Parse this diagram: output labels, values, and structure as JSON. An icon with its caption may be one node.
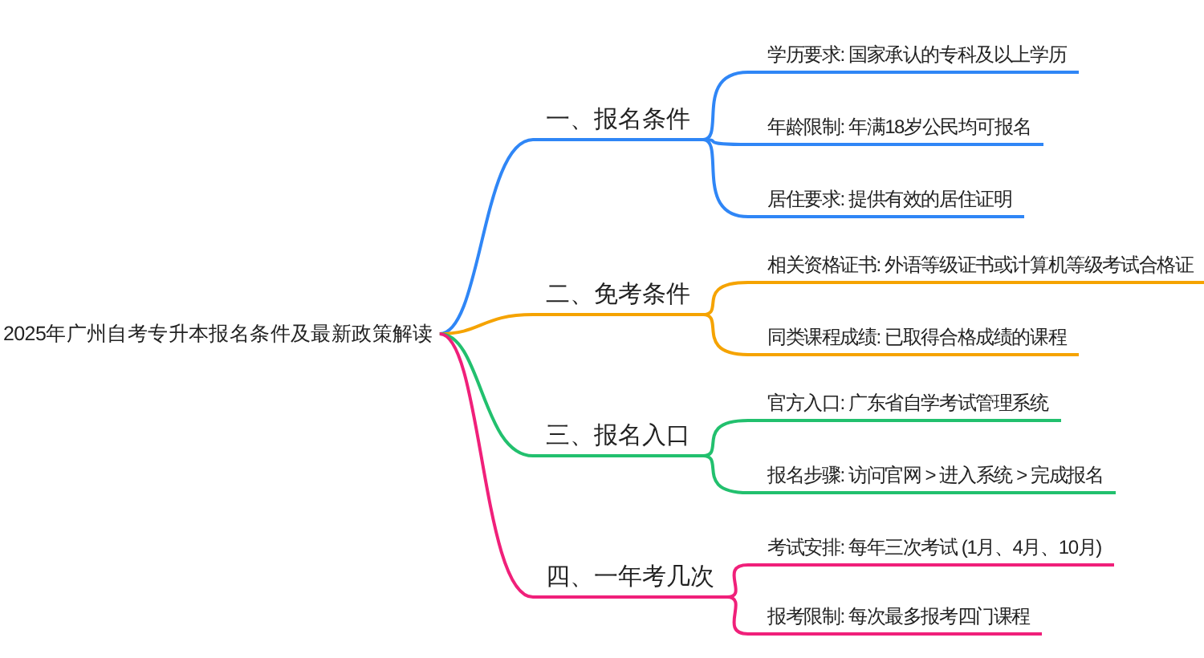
{
  "diagram": {
    "nodes": [
      {
        "text": [
          "2025年广州自考专升本报名条件及最新政策解读"
        ]
      },
      {
        "text": [
          "一、报名条件"
        ]
      },
      {
        "text": [
          "二、免考条件"
        ]
      },
      {
        "text": [
          "三、报名入口"
        ]
      },
      {
        "text": [
          "四、一年考几次"
        ]
      },
      {
        "text": [
          "学历要求: 国家承认的专科及以上学历"
        ]
      },
      {
        "text": [
          "年龄限制: 年满18岁公民均可报名"
        ]
      },
      {
        "text": [
          "居住要求: 提供有效的居住证明"
        ]
      },
      {
        "text": [
          "相关资格证书: 外语等级证书或计算机等级考试合格证"
        ]
      },
      {
        "text": [
          "同类课程成绩: 已取得合格成绩的课程"
        ]
      },
      {
        "text": [
          "官方入口: 广东省自学考试管理系统"
        ]
      },
      {
        "text": [
          "报名步骤: 访问官网 > 进入系统 > 完成报名"
        ]
      },
      {
        "text": [
          "考试安排: 每年三次考试 (1月、4月、10月)"
        ]
      },
      {
        "text": [
          "报考限制: 每次最多报考四门课程"
        ]
      }
    ],
    "edges": [
      {
        "from": 0,
        "to": 1,
        "arrow": "none",
        "color": "#2f86f6"
      },
      {
        "from": 0,
        "to": 2,
        "arrow": "none",
        "color": "#f5a300"
      },
      {
        "from": 0,
        "to": 3,
        "arrow": "none",
        "color": "#22c06e"
      },
      {
        "from": 0,
        "to": 4,
        "arrow": "none",
        "color": "#f0207a"
      },
      {
        "from": 1,
        "to": 5,
        "arrow": "none",
        "color": "#2f86f6"
      },
      {
        "from": 1,
        "to": 6,
        "arrow": "none",
        "color": "#2f86f6"
      },
      {
        "from": 1,
        "to": 7,
        "arrow": "none",
        "color": "#2f86f6"
      },
      {
        "from": 2,
        "to": 8,
        "arrow": "none",
        "color": "#f5a300"
      },
      {
        "from": 2,
        "to": 9,
        "arrow": "none",
        "color": "#f5a300"
      },
      {
        "from": 3,
        "to": 10,
        "arrow": "none",
        "color": "#22c06e"
      },
      {
        "from": 3,
        "to": 11,
        "arrow": "none",
        "color": "#22c06e"
      },
      {
        "from": 4,
        "to": 12,
        "arrow": "none",
        "color": "#f0207a"
      },
      {
        "from": 4,
        "to": 13,
        "arrow": "none",
        "color": "#f0207a"
      }
    ]
  }
}
